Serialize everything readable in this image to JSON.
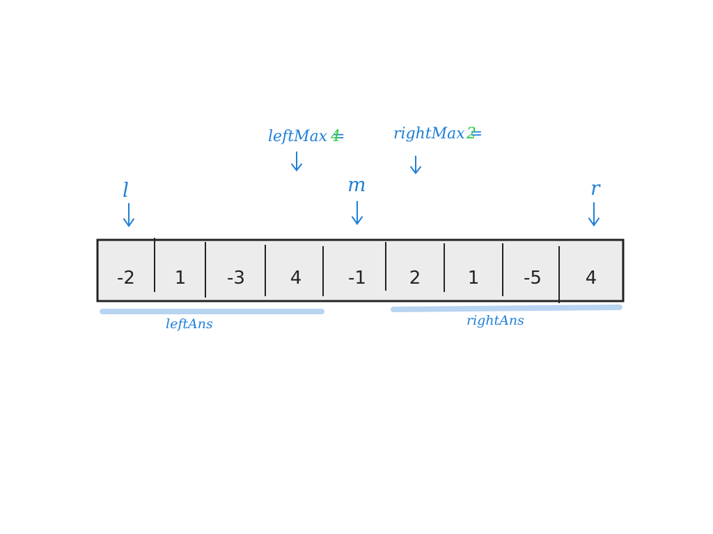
{
  "array": {
    "cells": [
      "-2",
      "1",
      "-3",
      "4",
      "-1",
      "2",
      "1",
      "-5",
      "4"
    ]
  },
  "pointers": {
    "l": "l",
    "m": "m",
    "r": "r"
  },
  "left_max": {
    "label": "leftMax =",
    "value": "4"
  },
  "right_max": {
    "label": "rightMax =",
    "value": "2"
  },
  "ranges": {
    "left": "leftAns",
    "right": "rightAns"
  },
  "colors": {
    "ink": "#222222",
    "annotation": "#1f7fd6",
    "value": "#2ecc40",
    "highlight": "#b7d4f0",
    "array_fill": "#ececec"
  }
}
